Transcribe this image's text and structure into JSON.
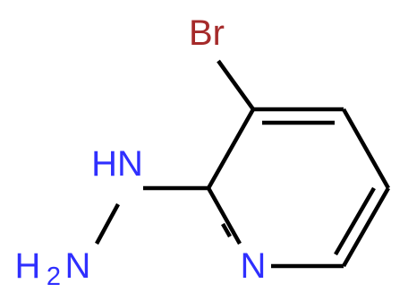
{
  "molecule": {
    "atoms": {
      "br": {
        "label": "Br"
      },
      "hydrazine_nh": {
        "label": "HN"
      },
      "hydrazine_nh2_h": {
        "label": "H"
      },
      "hydrazine_nh2_sub": {
        "label": "2"
      },
      "hydrazine_nh2_n": {
        "label": "N"
      },
      "ring_n": {
        "label": "N"
      }
    },
    "colors": {
      "bond": "#000000",
      "bromine": "#a52a2a",
      "nitrogen": "#2f2fff"
    }
  }
}
